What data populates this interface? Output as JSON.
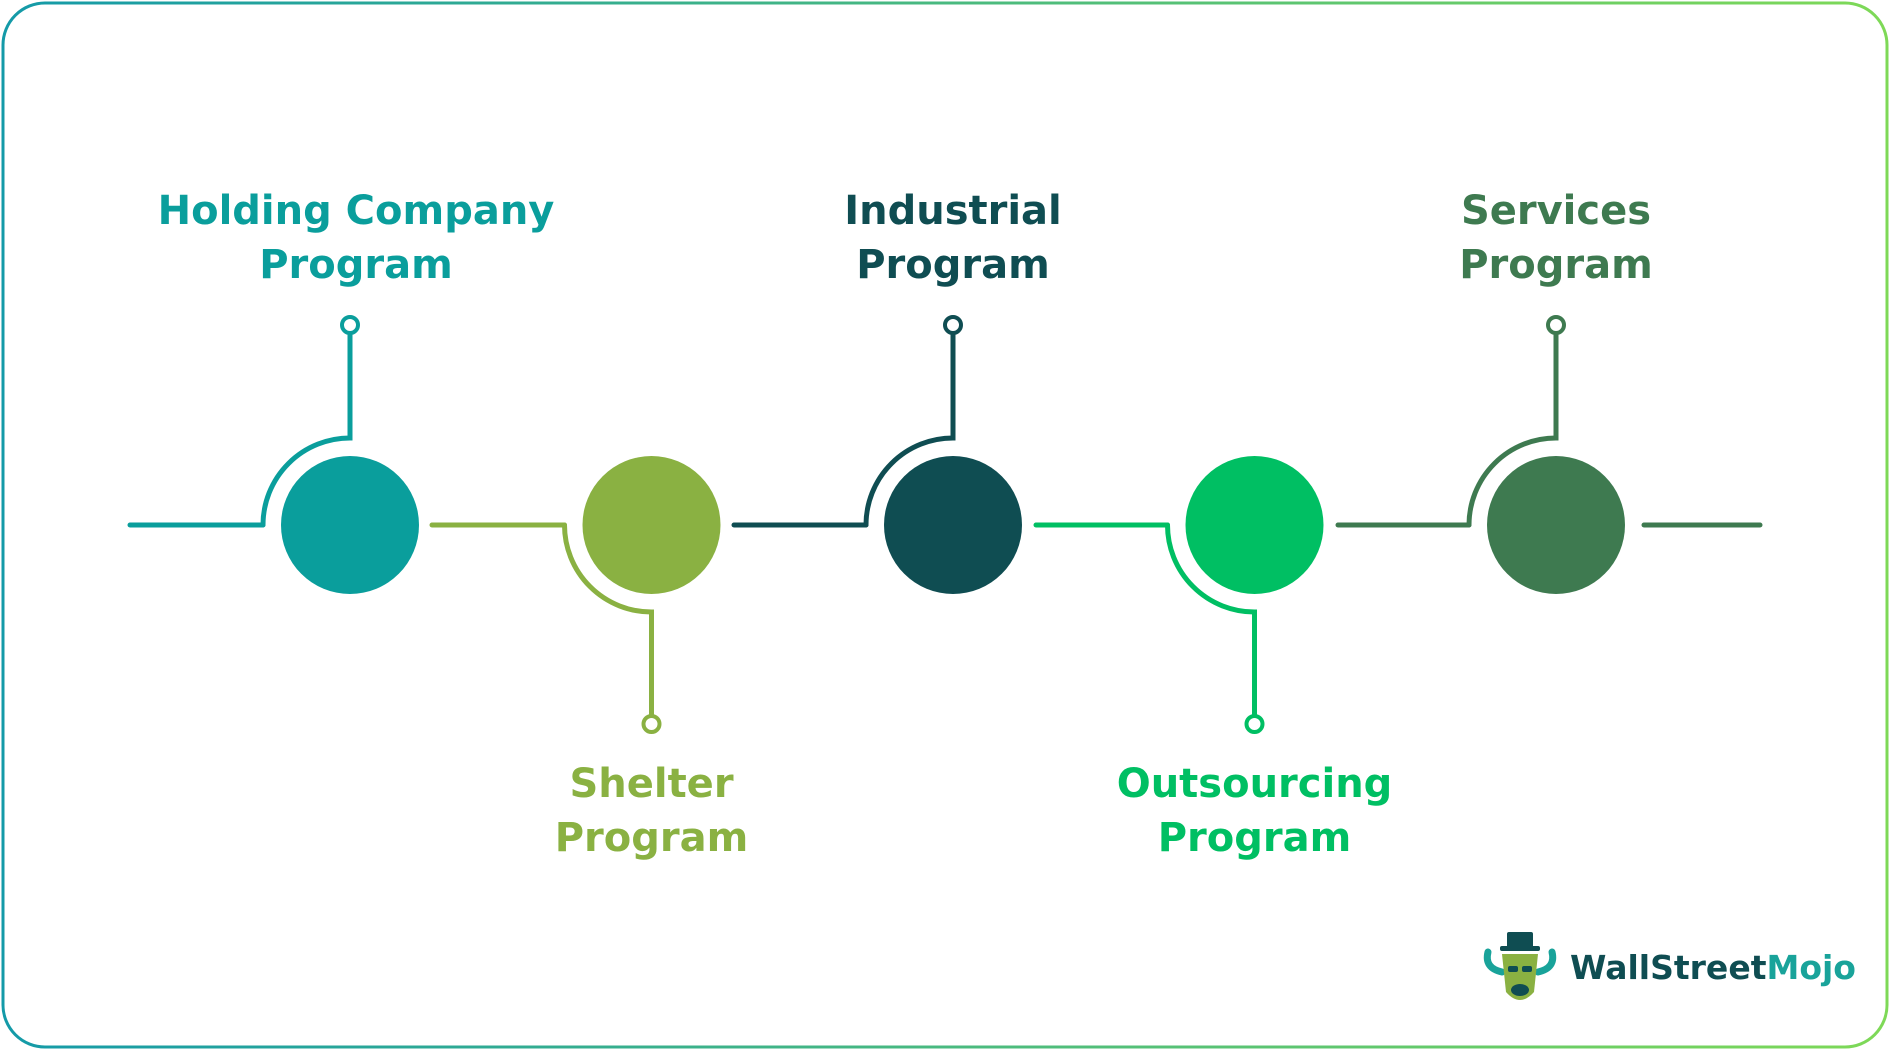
{
  "steps": [
    {
      "line1": "Holding Company",
      "line2": "Program",
      "color": "#0A9E9C",
      "position": "top"
    },
    {
      "line1": "Shelter",
      "line2": "Program",
      "color": "#8AB142",
      "position": "bottom"
    },
    {
      "line1": "Industrial",
      "line2": "Program",
      "color": "#0F4D52",
      "position": "top"
    },
    {
      "line1": "Outsourcing",
      "line2": "Program",
      "color": "#00BF63",
      "position": "bottom"
    },
    {
      "line1": "Services",
      "line2": "Program",
      "color": "#3E7A50",
      "position": "top"
    }
  ],
  "border_gradient": [
    "#149AA8",
    "#7ED957"
  ],
  "logo": {
    "wall_street": "WallStreet",
    "mojo": "Mojo",
    "wall_street_color": "#0F4D52",
    "mojo_color": "#19A39A"
  }
}
